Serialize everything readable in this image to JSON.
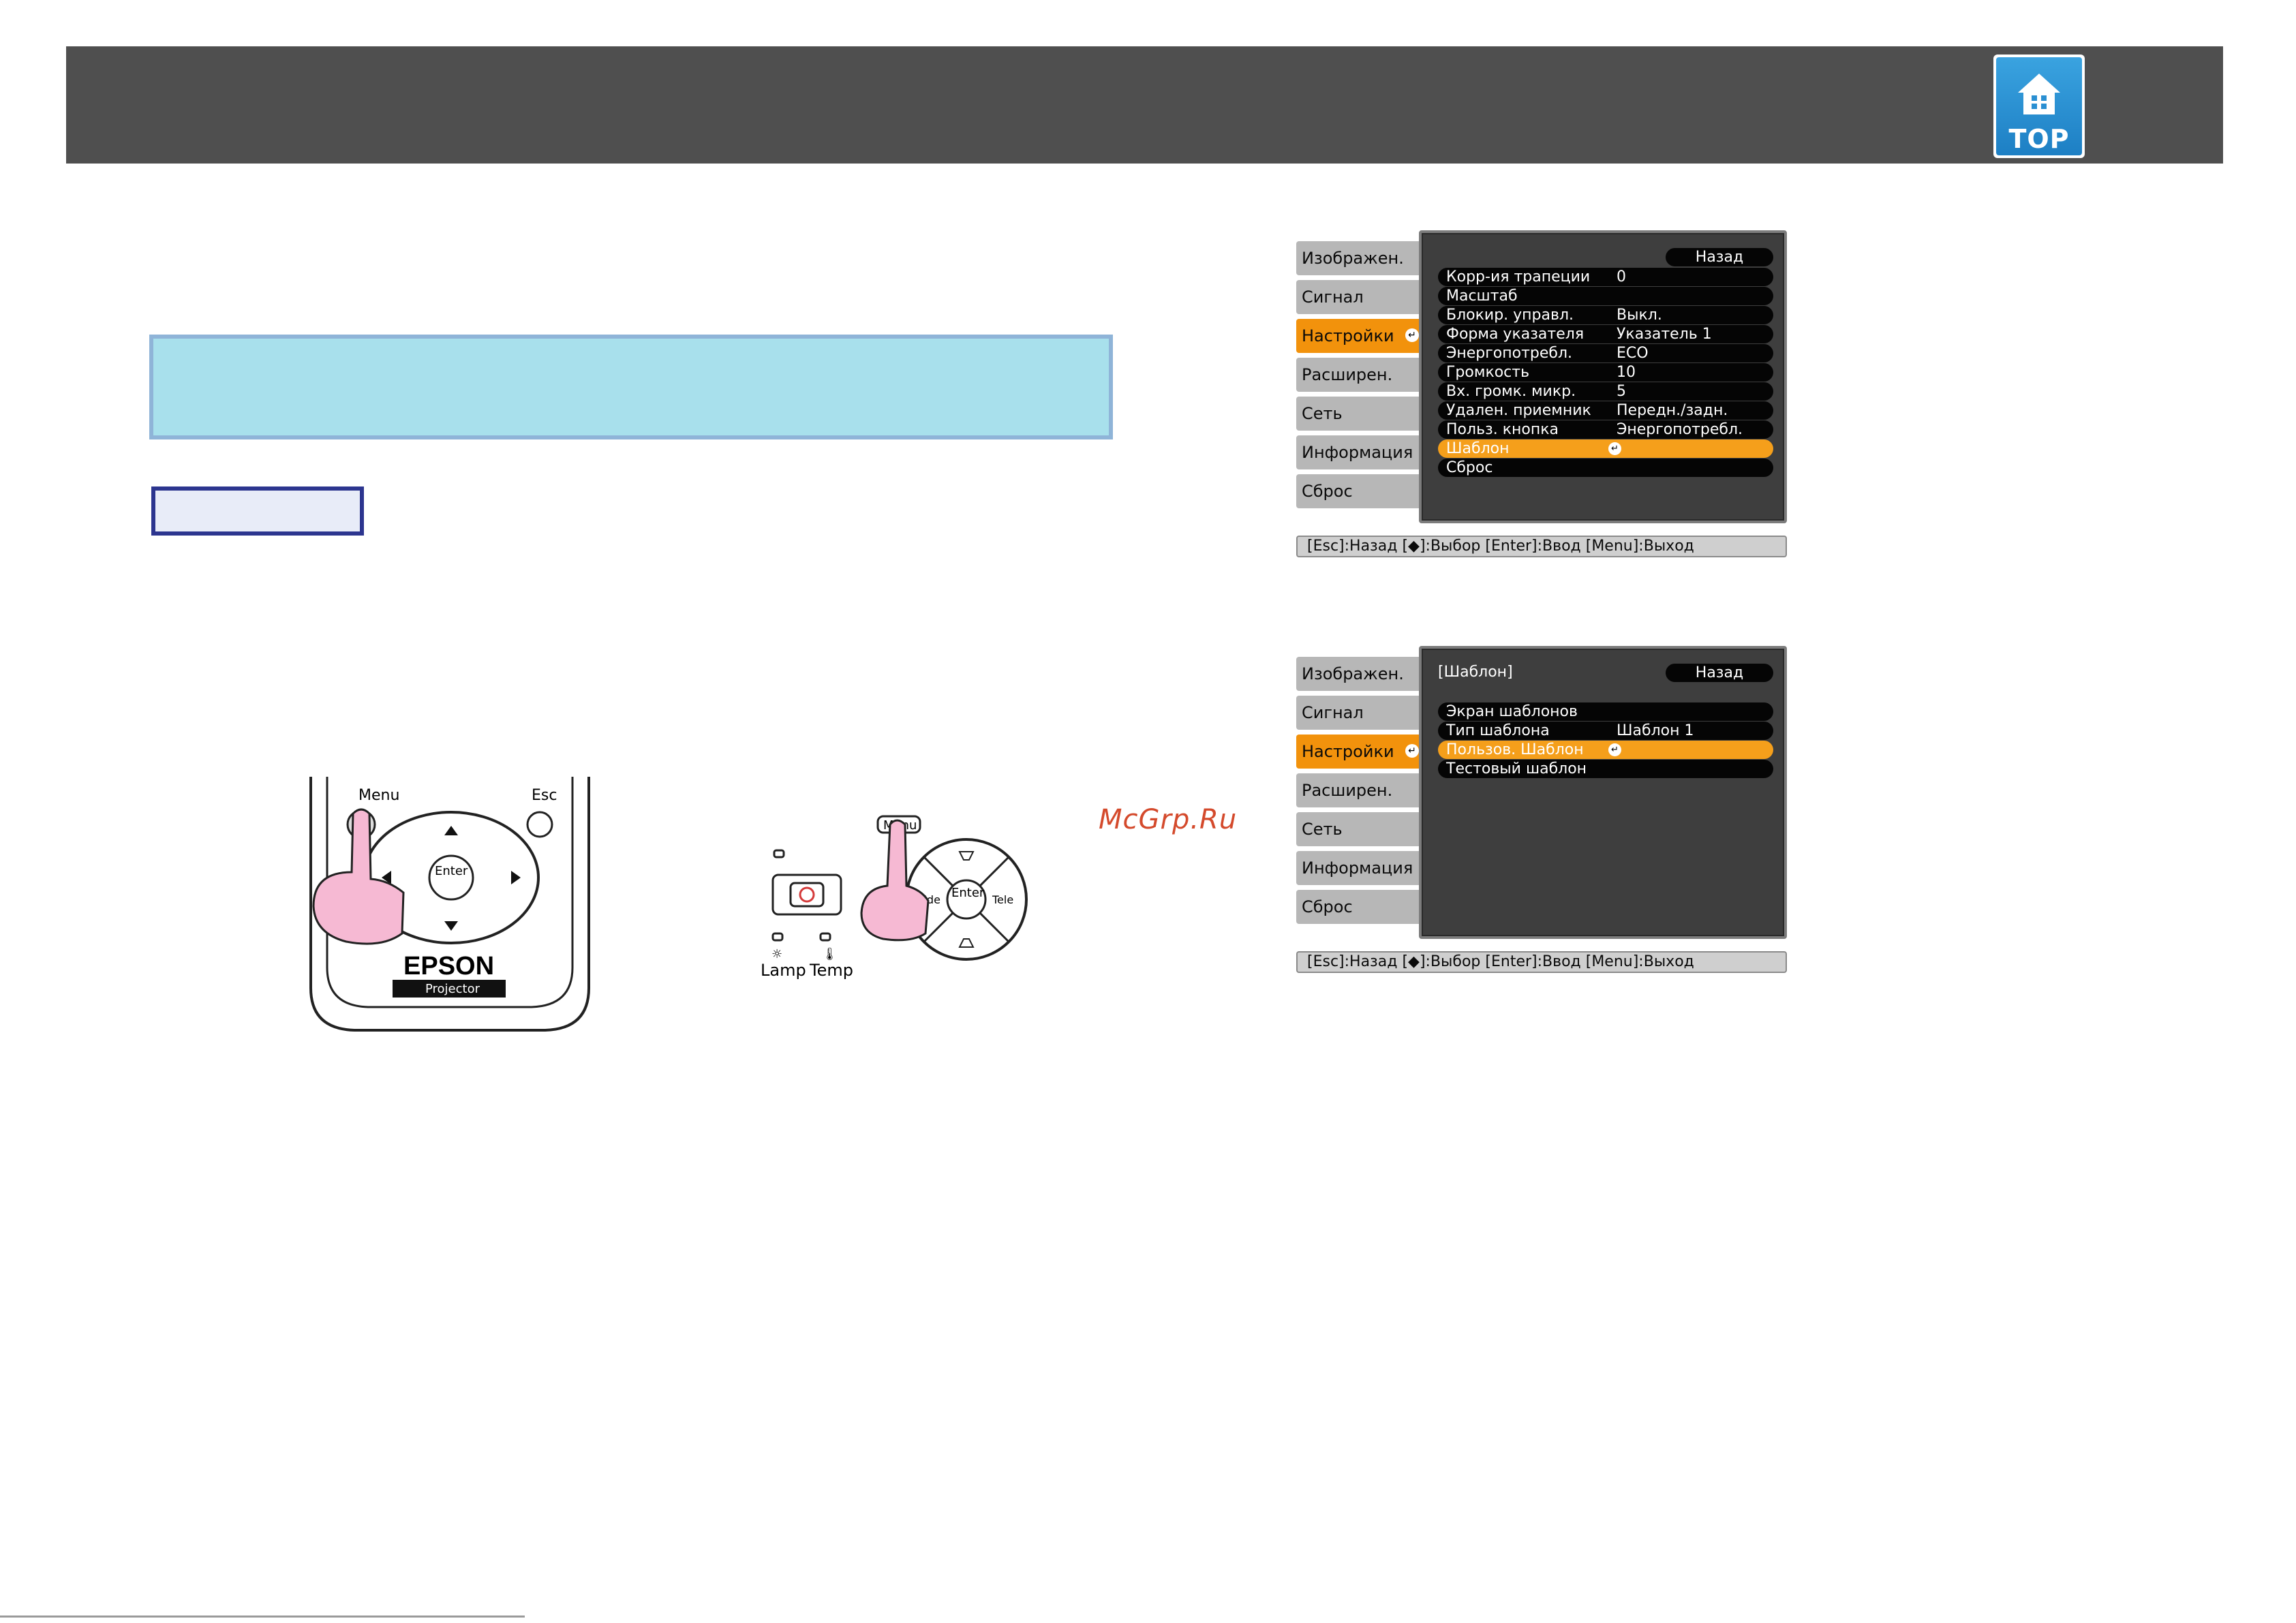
{
  "header": {
    "top_button": {
      "label": "TOP",
      "icon": "home-icon",
      "color": "#2a8fd2"
    }
  },
  "colors": {
    "header_bg": "#4f4f4f",
    "note_bg": "#a8e0ec",
    "menu_active": "#f2920c",
    "menu_highlight": "#f59f1b",
    "watermark": "#d44a2c"
  },
  "watermark": "McGrp.Ru",
  "remote": {
    "menu_label": "Menu",
    "esc_label": "Esc",
    "enter_label": "Enter",
    "brand": "EPSON",
    "sub_brand": "Projector"
  },
  "control_panel": {
    "menu_label": "Menu",
    "enter_label": "Enter",
    "wide_label": "Wide",
    "tele_label": "Tele",
    "lamp_label": "Lamp",
    "temp_label": "Temp"
  },
  "osd1": {
    "tabs": [
      "Изображен.",
      "Сигнал",
      "Настройки",
      "Расширен.",
      "Сеть",
      "Информация",
      "Сброс"
    ],
    "active_tab": "Настройки",
    "back": "Назад",
    "rows": [
      {
        "label": "Корр-ия трапеции",
        "value": "0"
      },
      {
        "label": "Масштаб",
        "value": ""
      },
      {
        "label": "Блокир. управл.",
        "value": "Выкл."
      },
      {
        "label": "Форма указателя",
        "value": "Указатель 1"
      },
      {
        "label": "Энергопотребл.",
        "value": "ECO"
      },
      {
        "label": "Громкость",
        "value": "10"
      },
      {
        "label": "Вх. громк. микр.",
        "value": "5"
      },
      {
        "label": "Удален. приемник",
        "value": "Передн./задн."
      },
      {
        "label": "Польз. кнопка",
        "value": "Энергопотребл."
      },
      {
        "label": "Шаблон",
        "value": ""
      },
      {
        "label": "Сброс",
        "value": ""
      }
    ],
    "highlighted": "Шаблон",
    "status": "[Esc]:Назад [◆]:Выбор [Enter]:Ввод [Menu]:Выход"
  },
  "osd2": {
    "tabs": [
      "Изображен.",
      "Сигнал",
      "Настройки",
      "Расширен.",
      "Сеть",
      "Информация",
      "Сброс"
    ],
    "active_tab": "Настройки",
    "title": "[Шаблон]",
    "back": "Назад",
    "rows": [
      {
        "label": "Экран шаблонов",
        "value": ""
      },
      {
        "label": "Тип шаблона",
        "value": "Шаблон 1"
      },
      {
        "label": "Пользов. Шаблон",
        "value": ""
      },
      {
        "label": "Тестовый шаблон",
        "value": ""
      }
    ],
    "highlighted": "Пользов. Шаблон",
    "status": "[Esc]:Назад [◆]:Выбор [Enter]:Ввод [Menu]:Выход"
  }
}
